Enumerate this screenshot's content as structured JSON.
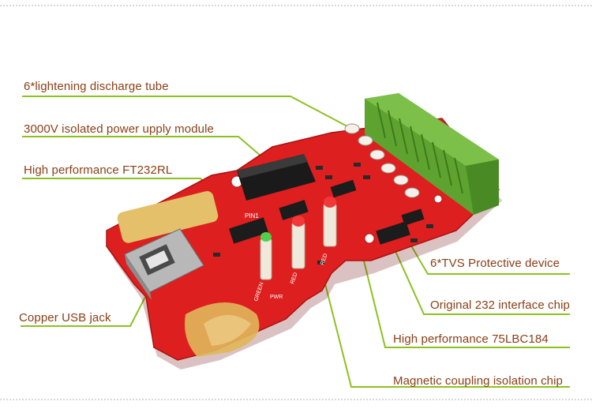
{
  "labels": {
    "discharge_tube": "6*lightening discharge tube",
    "power_module": "3000V isolated power upply module",
    "ft232rl": "High performance FT232RL",
    "usb_jack": "Copper USB jack",
    "tvs": "6*TVS Protective device",
    "rs232_chip": "Original 232 interface chip",
    "lbc184": "High performance 75LBC184",
    "magnetic_chip": "Magnetic coupling isolation chip"
  },
  "board_marks": {
    "pin1": "PIN1",
    "pwr": "PWR",
    "green": "GREEN",
    "red_1": "RED",
    "red_2": "RED"
  },
  "colors": {
    "label_text": "#8a3e16",
    "leader_line": "#8cc21f",
    "pcb": "#dd1f1f",
    "terminal": "#6fb23a",
    "gold_pad": "#e4c06a"
  }
}
